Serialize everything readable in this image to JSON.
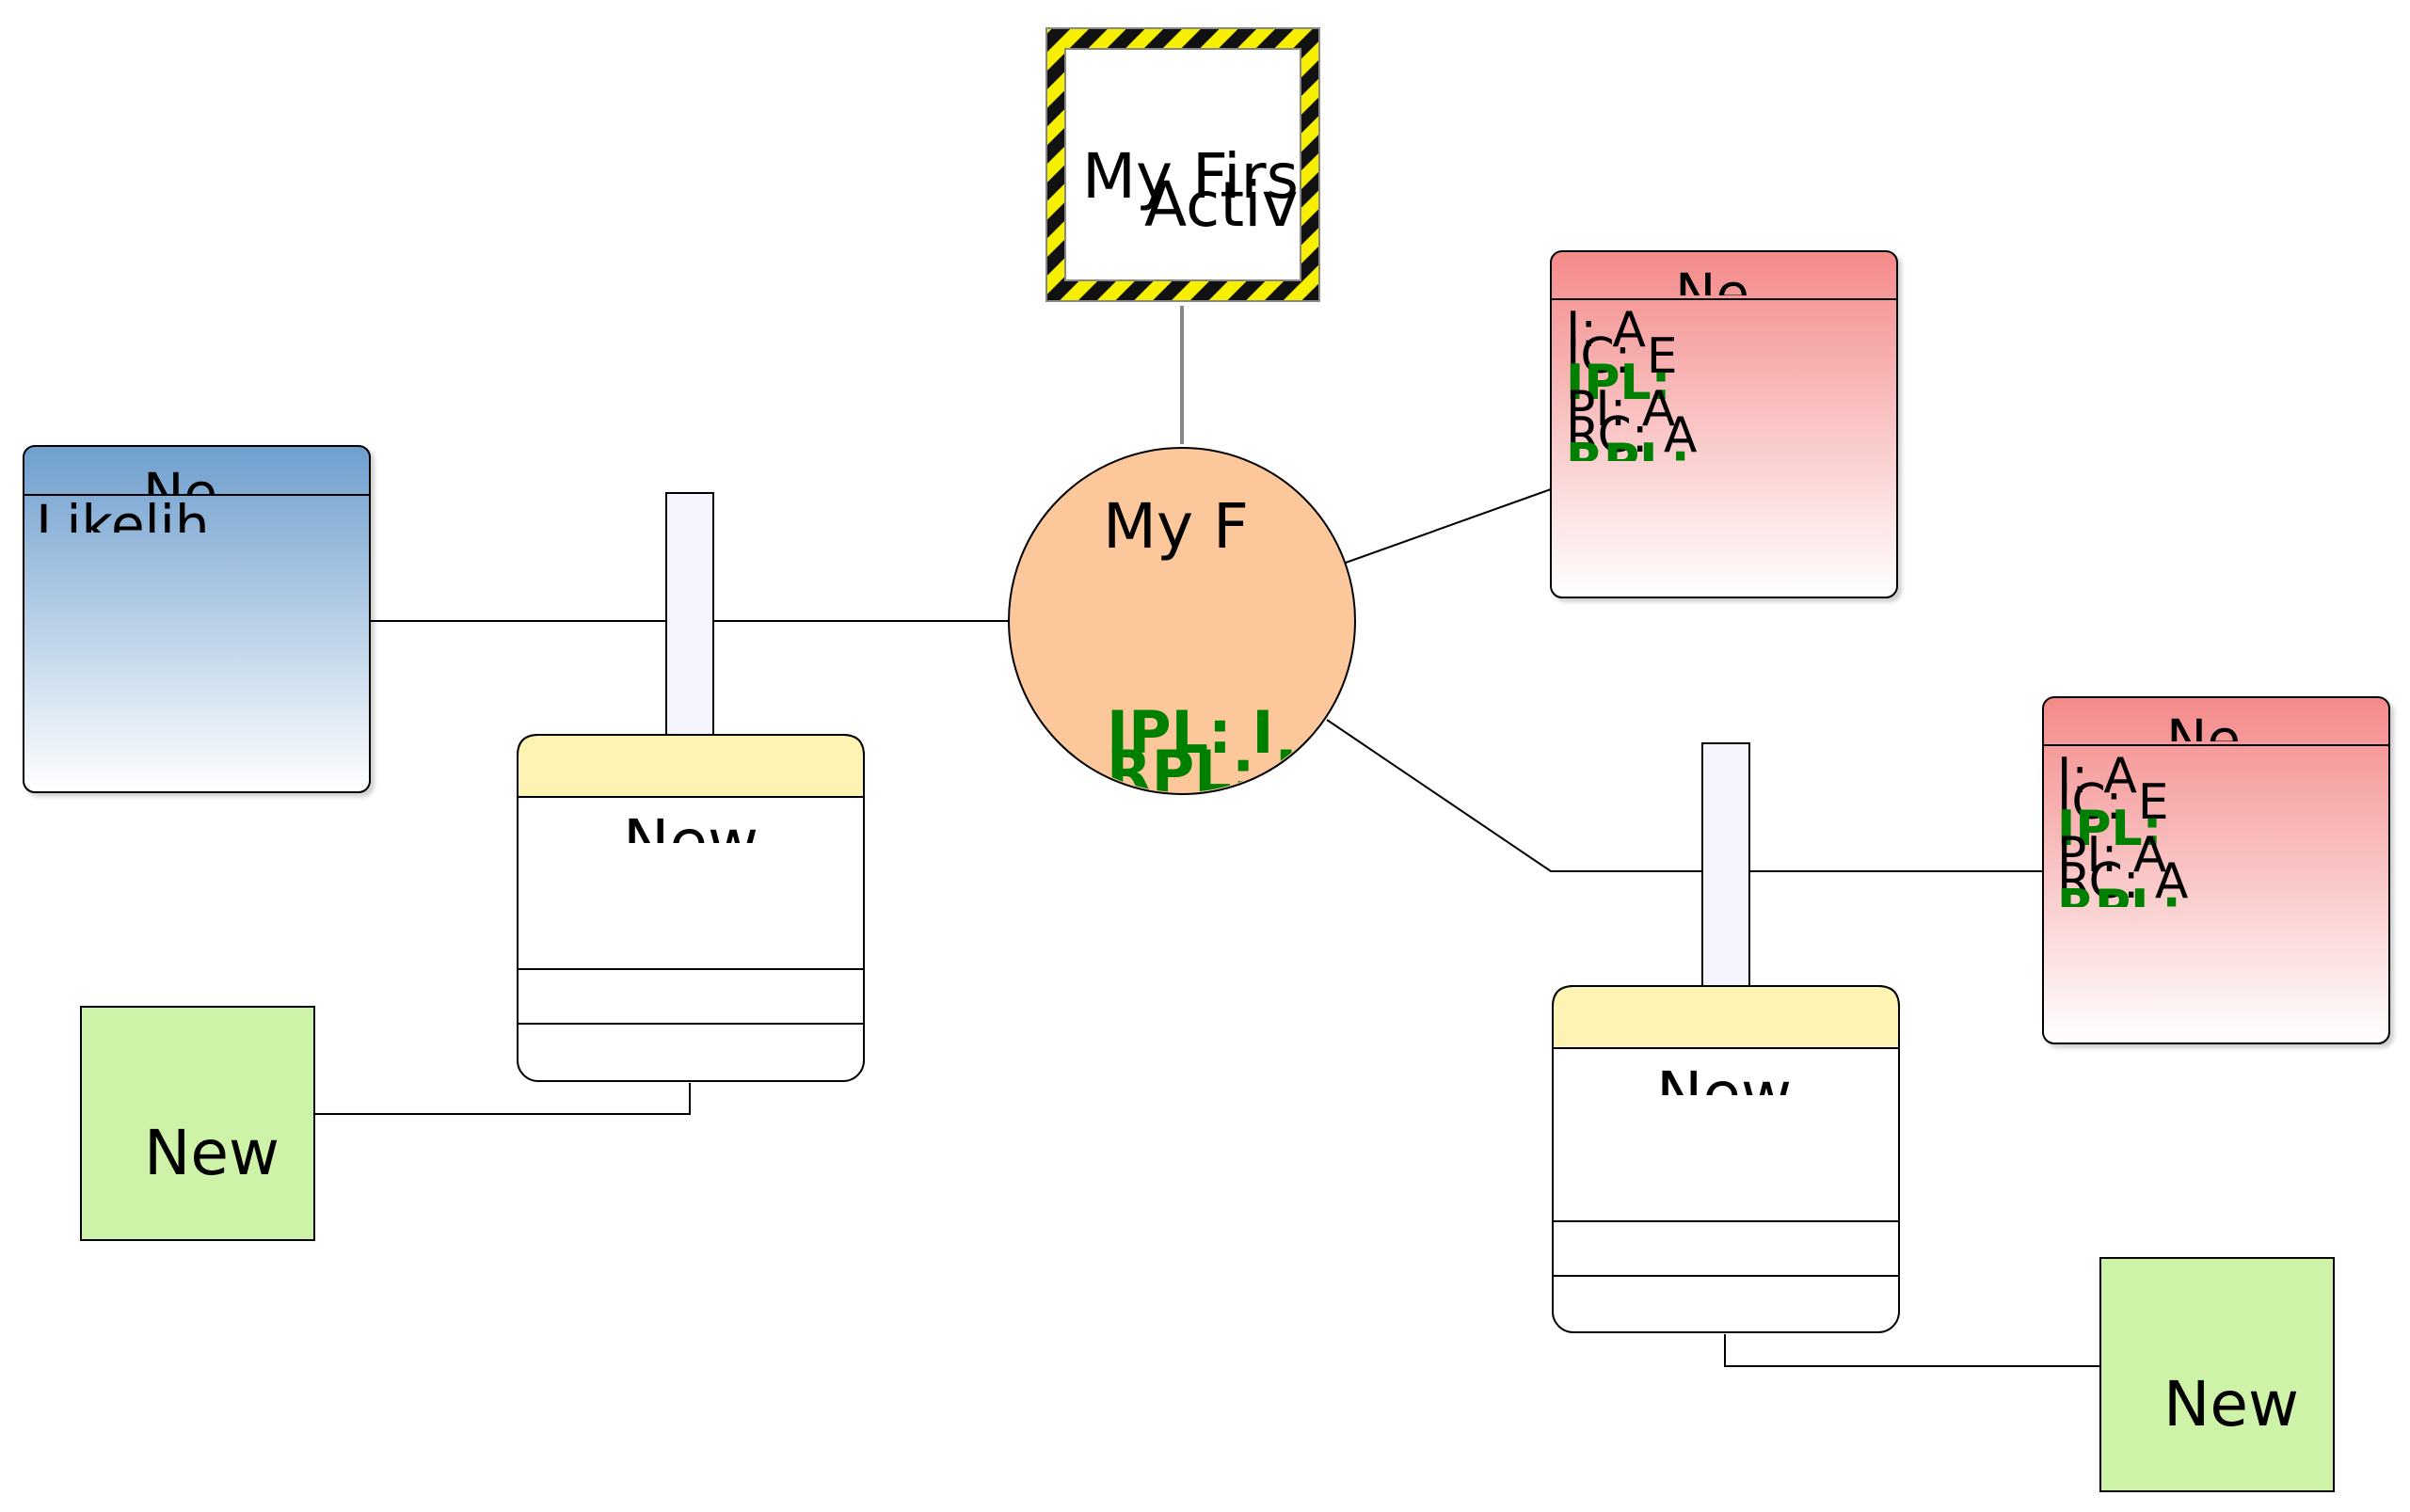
{
  "activity": {
    "line1": "My Firs",
    "line2": "Activ"
  },
  "center_node": {
    "title": "My F",
    "metric1": "IPL: I",
    "metric2": "RPL: I"
  },
  "blue_box": {
    "header": "Ne",
    "body": "Likelih"
  },
  "pink_box_top": {
    "header": "Ne",
    "rows": [
      "I: A",
      "IC: E",
      "IPL:",
      "PI: A",
      "RC: A",
      "RPL:"
    ]
  },
  "pink_box_bottom": {
    "header": "Ne",
    "rows": [
      "I: A",
      "IC: E",
      "IPL:",
      "PI: A",
      "RC: A",
      "RPL:"
    ]
  },
  "yellow_card_left": {
    "title": "New"
  },
  "yellow_card_right": {
    "title": "New"
  },
  "green_box_left": {
    "label": "New"
  },
  "green_box_right": {
    "label": "New"
  },
  "colors": {
    "blue_top": "#6f9fce",
    "pink_top": "#f48a8a",
    "peach": "#fdc79c",
    "yellow": "#fdf3b3",
    "green": "#cdf2a8",
    "lavender": "#f6f5ff",
    "metric_green": "#008000",
    "hazard_yellow": "#f6f000"
  }
}
